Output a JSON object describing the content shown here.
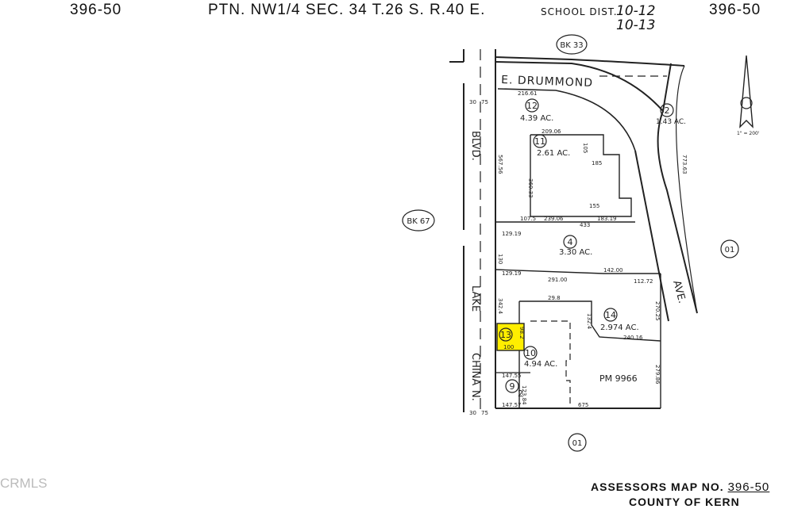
{
  "header": {
    "left_page": "396-50",
    "title": "PTN. NW1/4 SEC. 34 T.26 S. R.40 E.",
    "school_label": "SCHOOL DIST.",
    "school_codes": [
      "10-12",
      "10-13"
    ],
    "right_page": "396-50"
  },
  "streets": {
    "drummond": "E. DRUMMOND",
    "china_lake": [
      "N.",
      "CHINA",
      "LAKE",
      "BLVD."
    ],
    "ave": "AVE."
  },
  "book_refs": [
    "BK 33",
    "BK 67",
    "01",
    "01"
  ],
  "parcels": [
    {
      "num": "12",
      "acres": "4.39 AC."
    },
    {
      "num": "11",
      "acres": "2.61 AC."
    },
    {
      "num": "4",
      "acres": "3.30 AC."
    },
    {
      "num": "14",
      "acres": "2.974 AC."
    },
    {
      "num": "13",
      "acres": ""
    },
    {
      "num": "10",
      "acres": "4.94 AC."
    },
    {
      "num": "9",
      "acres": ""
    },
    {
      "num": "2",
      "acres": "1.43 AC."
    }
  ],
  "lot_label": "2",
  "pm_label": "PM 9966",
  "dimensions": [
    "216.61",
    "209.06",
    "185",
    "155",
    "239.06",
    "183.19",
    "433",
    "142.00",
    "291.00",
    "112.72",
    "29.8",
    "240.16",
    "147.55",
    "147.57",
    "675",
    "773.63",
    "270.25",
    "279.86",
    "567.56",
    "360.33",
    "342.4",
    "130",
    "100",
    "98.2",
    "123.84",
    "105",
    "132.4",
    "107.5",
    "129.19",
    "129.19",
    "30",
    "75",
    "30",
    "75"
  ],
  "scale_note": "1\" = 200'",
  "footer": {
    "map_label": "ASSESSORS MAP NO.",
    "map_no": "396-50",
    "county": "COUNTY OF KERN"
  },
  "watermark": "CRMLS",
  "colors": {
    "ink": "#222222",
    "highlight": "#ffee00"
  }
}
